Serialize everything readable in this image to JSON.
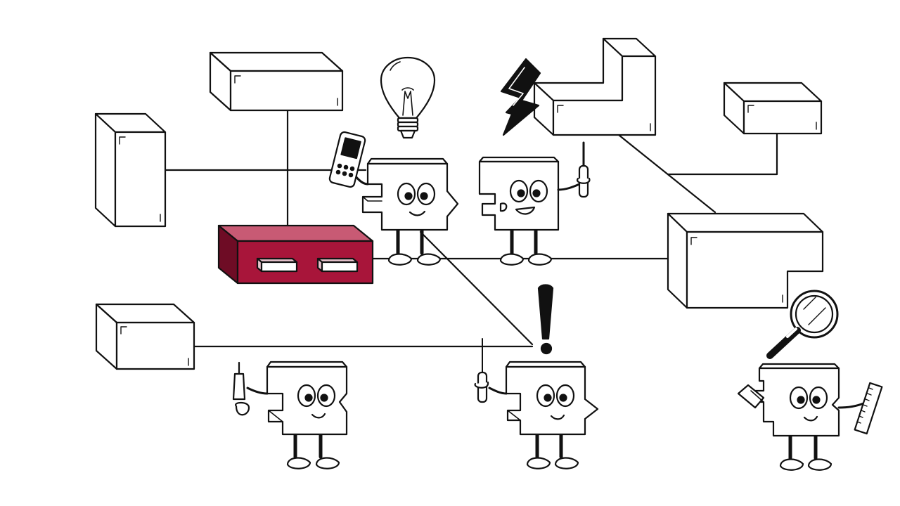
{
  "colors": {
    "background": "#ffffff",
    "ink": "#111111",
    "accent": "#a8153a",
    "accent_dark": "#6e0c25",
    "accent_light": "#c85a74"
  },
  "scene": {
    "boxes": [
      {
        "name": "box-top-center",
        "style": "outline"
      },
      {
        "name": "box-left-tall",
        "style": "outline"
      },
      {
        "name": "box-bottom-left",
        "style": "outline"
      },
      {
        "name": "box-l-shape-top",
        "style": "outline"
      },
      {
        "name": "box-top-right",
        "style": "outline"
      },
      {
        "name": "box-right-large",
        "style": "outline"
      },
      {
        "name": "box-red-hub",
        "style": "accent"
      }
    ],
    "characters": [
      {
        "name": "character-phone",
        "holds": "phone-icon"
      },
      {
        "name": "character-screwdriver",
        "holds": "screwdriver-icon"
      },
      {
        "name": "character-lower-left",
        "holds": "tool-icon"
      },
      {
        "name": "character-lower-middle",
        "holds": "pen-icon"
      },
      {
        "name": "character-lower-right",
        "holds": "ruler-icon"
      }
    ],
    "symbols": [
      "lightbulb-icon",
      "lightning-bolt-icon",
      "exclamation-icon",
      "magnifier-icon"
    ]
  }
}
